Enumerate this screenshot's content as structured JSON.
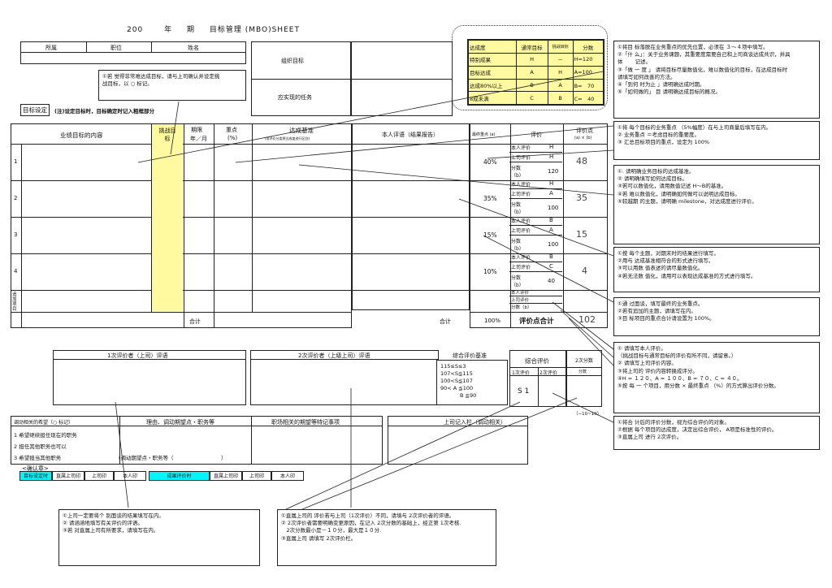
{
  "title": {
    "year": "200",
    "nian": "年",
    "qi": "期",
    "name": "目标管理 (MBO)SHEET"
  },
  "header": {
    "dept": "所属",
    "position": "职位",
    "name": "姓名"
  },
  "org_goal": "组织目标",
  "tasks": "应实现的任务",
  "note_challenge": [
    "①若 觉得非常难达成目标，请与上司确认并设定挑",
    "战目标，以 ○ 标记。"
  ],
  "goal_set": {
    "button": "目标设定",
    "caption": "(注)设定目标时，目标确定时记入粗框部分"
  },
  "legend": {
    "headers": [
      "达成度",
      "通常目标",
      "挑战目标",
      "分数"
    ],
    "rows": [
      [
        "特别成果",
        "H",
        "－",
        "H=120"
      ],
      [
        "目标达成",
        "A",
        "H",
        "A=100"
      ],
      [
        "达成80%以上",
        "B",
        "A",
        "B=　70"
      ],
      [
        "8成未满",
        "C",
        "B",
        "C=　40"
      ]
    ]
  },
  "table": {
    "col_content": "业绩目标的内容",
    "col_challenge": "挑战目标",
    "col_deadline": "期限",
    "col_deadline_sub": "年／月",
    "col_weight": "重点",
    "col_weight_sub": "(%)",
    "col_criteria": "达成基准",
    "col_criteria_sub": "(用评价分类将达成度进行区别)",
    "col_self": "本人评语（结果报告）",
    "col_final_weight": "最终重点 (a)",
    "col_eval": "评价",
    "col_points": "评价点",
    "col_points_sub": "(a) × (b)",
    "rows": [
      {
        "n": "1",
        "w": "40%",
        "self": "H",
        "boss": "H",
        "score": "120",
        "pt": "48"
      },
      {
        "n": "2",
        "w": "35%",
        "self": "H",
        "boss": "A",
        "score": "100",
        "pt": "35"
      },
      {
        "n": "3",
        "w": "15%",
        "self": "B",
        "boss": "A",
        "score": "100",
        "pt": "15"
      },
      {
        "n": "4",
        "w": "10%",
        "self": "B",
        "boss": "C",
        "score": "40",
        "pt": "4"
      },
      {
        "n": "追加项目",
        "w": "",
        "self": "",
        "boss": "",
        "score": "",
        "pt": ""
      }
    ],
    "lbl_self": "本人评价",
    "lbl_boss": "上司评价",
    "lbl_score": "分数（b）",
    "total": "合计",
    "total_w": "100%",
    "total_label": "评价点合计",
    "total_value": "102"
  },
  "comments": {
    "first": "1次评价者（上司）评语",
    "second": "2次评价者（上级上司）评语"
  },
  "overall": {
    "criteria_title": "综合评价基准",
    "criteria": [
      "115≤S≤3",
      "107<S≦115",
      "100<S≦107",
      "90< A ≦100",
      "B ≦90"
    ],
    "eval_title": "综合评价",
    "first": "1次评价",
    "second": "2次评价",
    "adj_title": "2次分数",
    "adj_sub": "分数",
    "s1": "S 1",
    "range": "（−10~10）"
  },
  "wish": {
    "title": "调动相关的希望（○ 标记）",
    "reason": "理由、调动期望点・职务等",
    "workplace": "职场相关的期望等特记事项",
    "boss_col": "上司记入栏（调动相关）",
    "items": [
      "1 希望继续担任现在的职务",
      "2 担任其他职务也可以",
      "3 希望担当其他职务"
    ],
    "item3_extra": "（调动期望点・职务等（　　　　　　　　　）"
  },
  "confirm": {
    "title": "<确认章>",
    "left": [
      "目标设定时",
      "直属上司印",
      "上司印",
      "本人印"
    ],
    "right": [
      "成果评价时",
      "直属上司印",
      "上司印",
      "本人印"
    ]
  },
  "notes": {
    "n1": [
      "①将目 标落脱在业务重点的优先位置，必须在 ３～４项中填写。",
      "②「什 么」：关于业务课题，其重要度需要自己和上司商谈达成共识，并具",
      "体　　 记述。",
      "③「做 一 度 」 请将目标尽量数值化，难以数值化的目标，在达成目标时",
      "请填写如何改善的方法。",
      "④「到何 时为止 」请明确达成时期。",
      "⑤「如何做的」 目 请明确达成目标的概况。"
    ],
    "n2": [
      "①将 每个目标的业务重点 （5%幅度）在与上司商量后填写在内。",
      "② 业务重点 ＝考虑目标的重要度。",
      "③ 汇总目标项目的重点，设定为 100%"
    ],
    "n3": [
      "①. 请明确业务目标的达成基准。",
      "② 请明确填写如何达成目标。",
      "③若可以数值化，请用数值记述 H～B的基准。",
      "④若 难以数值化，请明确如何做可以说明达成目标。",
      "⑤较越期 的主题，请明确 milestone，对达成度进行评价。"
    ],
    "n4": [
      "①按 每个主题，对期末时的结果进行填写。",
      "②用与 达成基准相符合的形式进行填写。",
      "③可以用数 值表述的请尽量数值化。",
      "④若无法数 值化，请用可以表现达成基准的方式进行填写。"
    ],
    "n5": [
      "①通 过面谈，填写最终的业务重点。",
      "②若有追加的主题，请填写在内。",
      "③目 标项目的重点合计请设置为 100%。"
    ],
    "n6": [
      "① 请填写本人评价。",
      "（挑战目标与通常目标的评价有所不同，请留意。）",
      "② 请填写上司评价内容。",
      "③将上司的 评价内容转换成评分。",
      "④H = １２０、A = １００、B = ７０、C = ４０。",
      "⑤按 每 一 个项目，用分数 × 最终重点 （%）的方式算出评价分数。"
    ],
    "n7": [
      "①将合 计后的评价分数，视为综合评价的对象。",
      "②根据 每个项目的达成度，决定出综合评价， A项是标准性的评价。",
      "③直属上司 进行 2次评价。"
    ],
    "n8": [
      "①上司一定要将个 别面谈的结果填写在内。",
      "② 请涵涵地填写有关评价的评语。",
      "③若 对直属上司有所要求，请填写在内。"
    ],
    "n9": [
      "①直属上司的 评价若与上司（1次评价）不同，请填与 2次评价者的评语。",
      "② 2次评价者需要明确变更原因，在记入 2次分数的基础上，经正第 1次考核.",
      "　2次分数最小是－１０分，最大是１０分.",
      "③直属上司 请填写 2次评价栏。"
    ]
  }
}
